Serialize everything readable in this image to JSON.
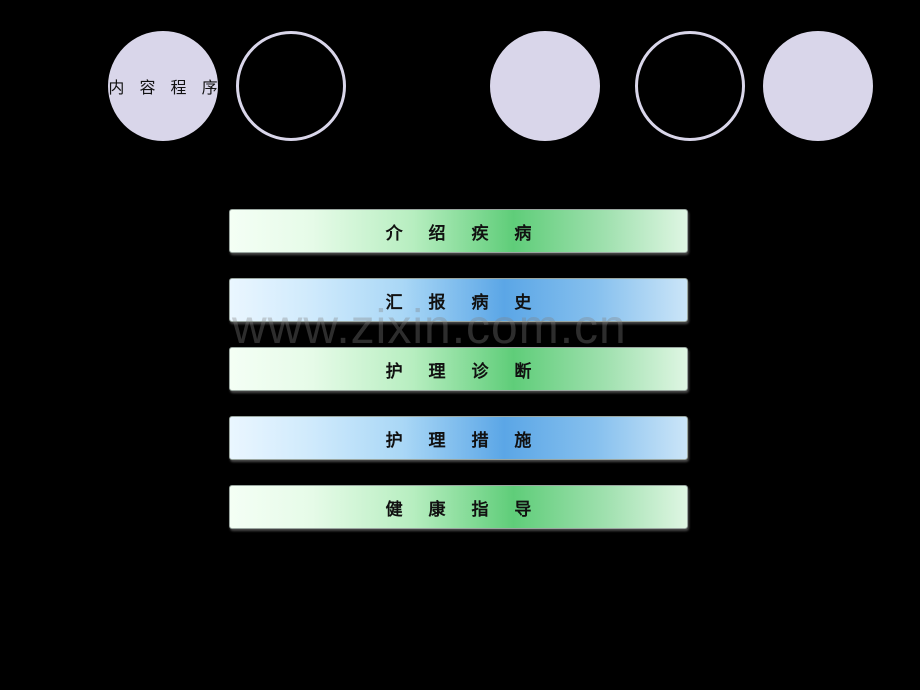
{
  "header": {
    "title_circle_label": "内 容 程 序"
  },
  "menu": {
    "items": [
      {
        "label": "介 绍 疾 病",
        "color": "#5fcd79"
      },
      {
        "label": "汇 报 病 史",
        "color": "#5ba6e6"
      },
      {
        "label": "护 理 诊 断",
        "color": "#5fcd79"
      },
      {
        "label": "护 理 措 施",
        "color": "#5ba6e6"
      },
      {
        "label": "健 康 指 导",
        "color": "#5fcd79"
      }
    ]
  },
  "watermark": {
    "text": "www.zixin.com.cn"
  },
  "colors": {
    "background": "#000000",
    "circle_fill": "#d9d6ea"
  }
}
